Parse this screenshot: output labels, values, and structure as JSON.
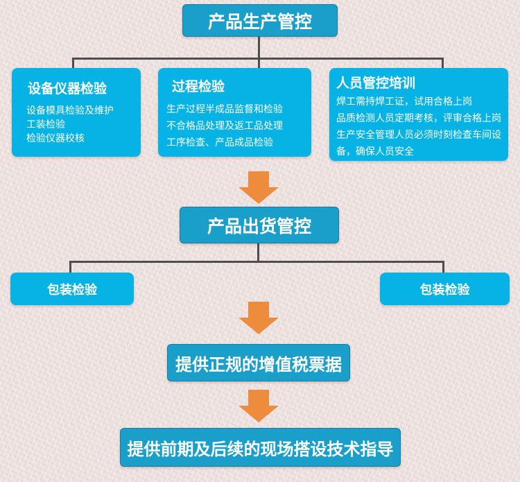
{
  "palette": {
    "main_box": "#199fc9",
    "sub_box": "#06b3e4",
    "arrow": "#ed8c3c",
    "connector": "#4d4d4d",
    "background": "#ece0df",
    "text": "#ffffff"
  },
  "flow": {
    "top": {
      "label": "产品生产管控"
    },
    "branches": [
      {
        "title": "设备仪器检验",
        "items": [
          "设备模具检验及维护",
          "工装检验",
          "检验仪器校核"
        ]
      },
      {
        "title": "过程检验",
        "items": [
          "生产过程半成品监督和检验",
          "不合格品处理及返工品处理",
          "工序检查、产品成品检验"
        ]
      },
      {
        "title": "人员管控培训",
        "items": [
          "焊工需持焊工证，试用合格上岗",
          "品质检测人员定期考核，评审合格上岗",
          "生产安全管理人员必须时刻检查车间设备，确保人员安全"
        ]
      }
    ],
    "shipment": {
      "label": "产品出货管控"
    },
    "packaging_left": {
      "label": "包装检验"
    },
    "packaging_right": {
      "label": "包装检验"
    },
    "invoice": {
      "label": "提供正规的增值税票据"
    },
    "guidance": {
      "label": "提供前期及后续的现场搭设技术指导"
    }
  }
}
